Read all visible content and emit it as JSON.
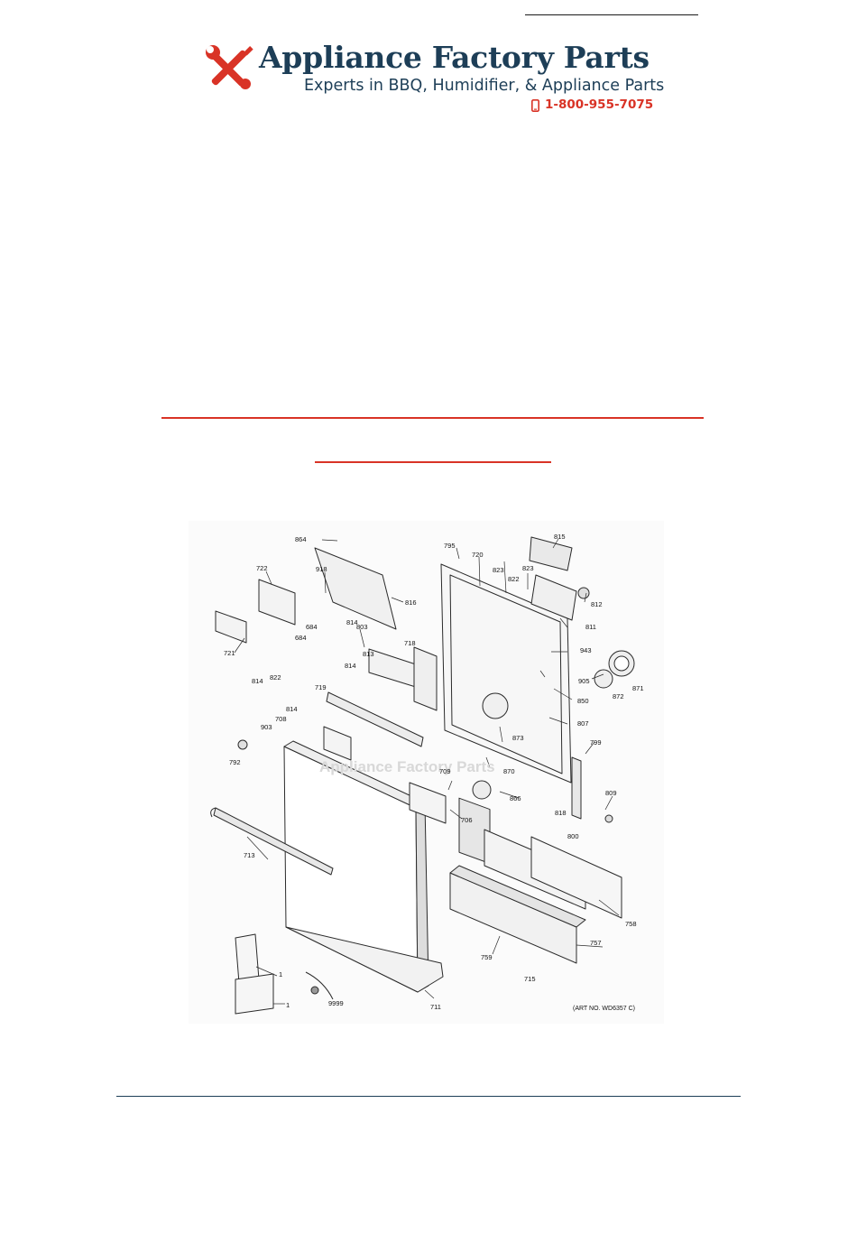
{
  "header": {
    "logo_alt": "wrench and screwdriver",
    "brand_name": "Appliance Factory Parts",
    "tagline": "Experts in BBQ, Humidifier, & Appliance Parts",
    "phone": "1-800-955-7075",
    "colors": {
      "navy": "#1d3e57",
      "red": "#d93326"
    }
  },
  "diagram": {
    "art_number": "(ART NO. WD6357 C)",
    "watermark": "Appliance Factory Parts",
    "callouts": [
      "864",
      "795",
      "720",
      "815",
      "722",
      "918",
      "823",
      "822",
      "823",
      "812",
      "816",
      "721",
      "814",
      "803",
      "684",
      "684",
      "811",
      "813",
      "718",
      "943",
      "905",
      "871",
      "872",
      "850",
      "814",
      "822",
      "814",
      "719",
      "814",
      "708",
      "903",
      "807",
      "873",
      "799",
      "792",
      "709",
      "870",
      "866",
      "809",
      "818",
      "706",
      "800",
      "713",
      "758",
      "757",
      "759",
      "715",
      "1",
      "1",
      "9999",
      "711"
    ]
  }
}
